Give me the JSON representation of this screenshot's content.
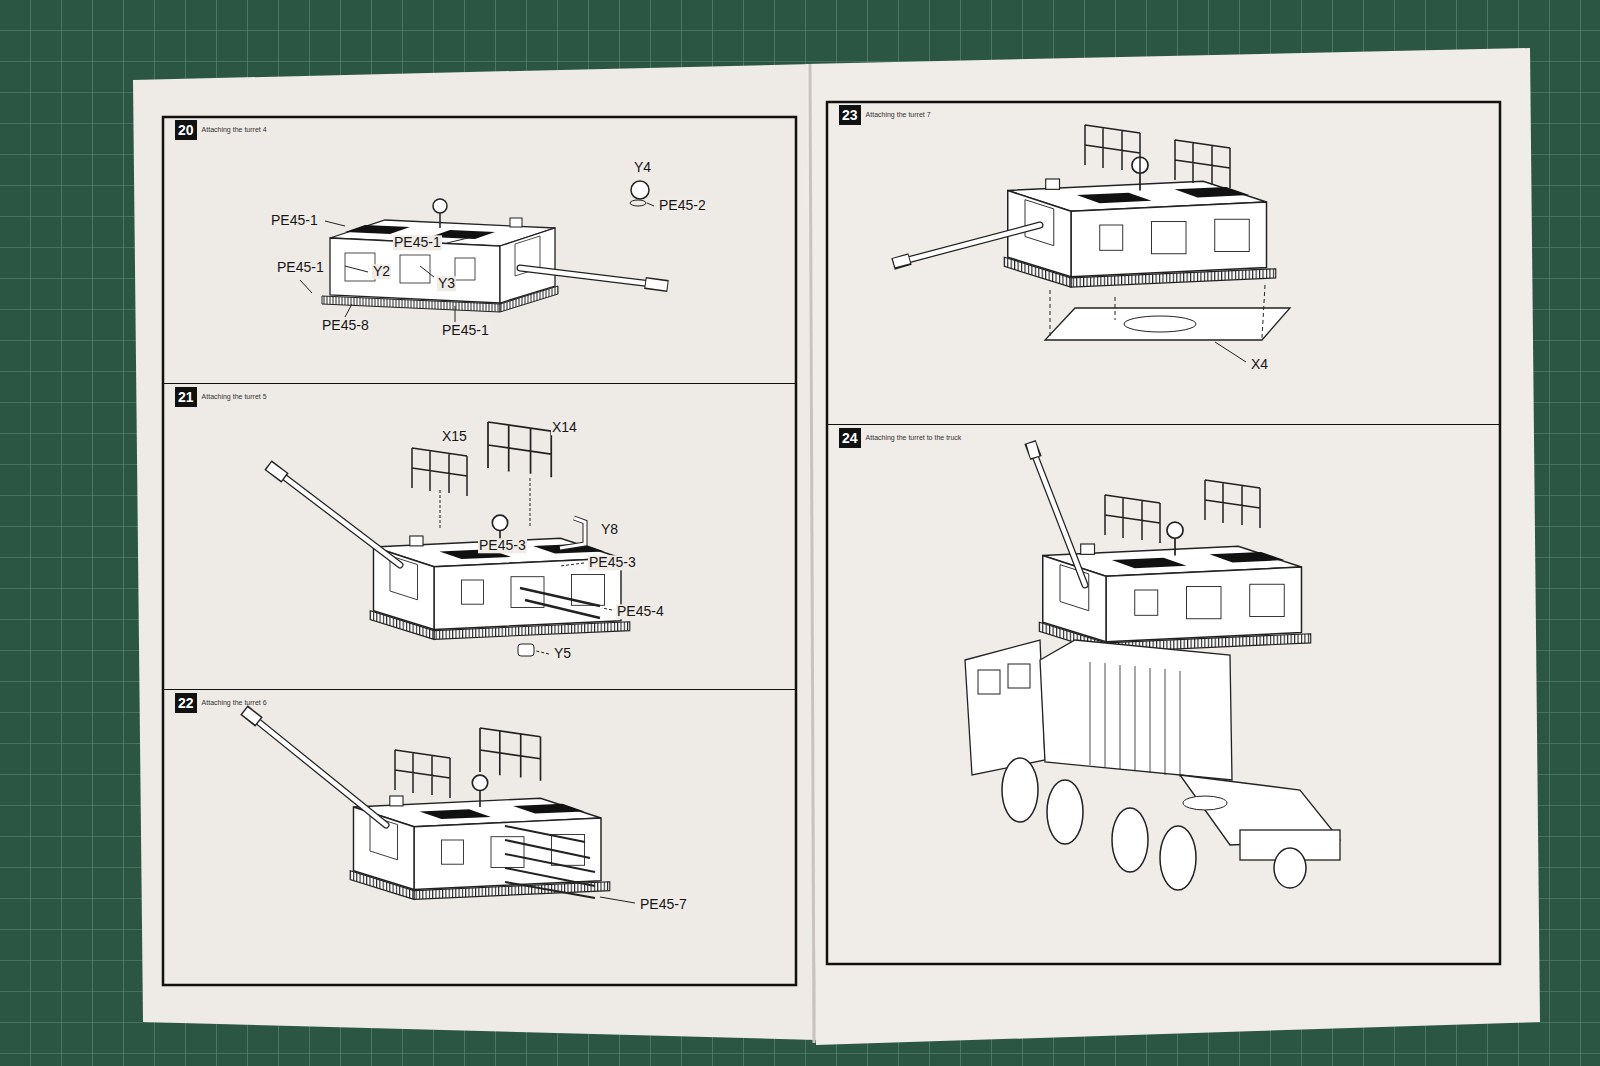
{
  "diagram": {
    "nodes": [
      {
        "text": [
          "20",
          "Attaching the turret 4"
        ]
      },
      {
        "text": [
          "21",
          "Attaching the turret 5"
        ]
      },
      {
        "text": [
          "22",
          "Attaching the turret 6"
        ]
      },
      {
        "text": [
          "23",
          "Attaching the turret 7"
        ]
      },
      {
        "text": [
          "24",
          "Attaching the turret to the truck"
        ]
      }
    ],
    "labels": [
      "PE45-1",
      "PE45-1",
      "PE45-1",
      "Y2",
      "Y3",
      "PE45-8",
      "PE45-1",
      "Y4",
      "PE45-2",
      "X15",
      "X14",
      "Y8",
      "PE45-3",
      "PE45-3",
      "PE45-4",
      "Y5",
      "PE45-7",
      "X4"
    ]
  }
}
